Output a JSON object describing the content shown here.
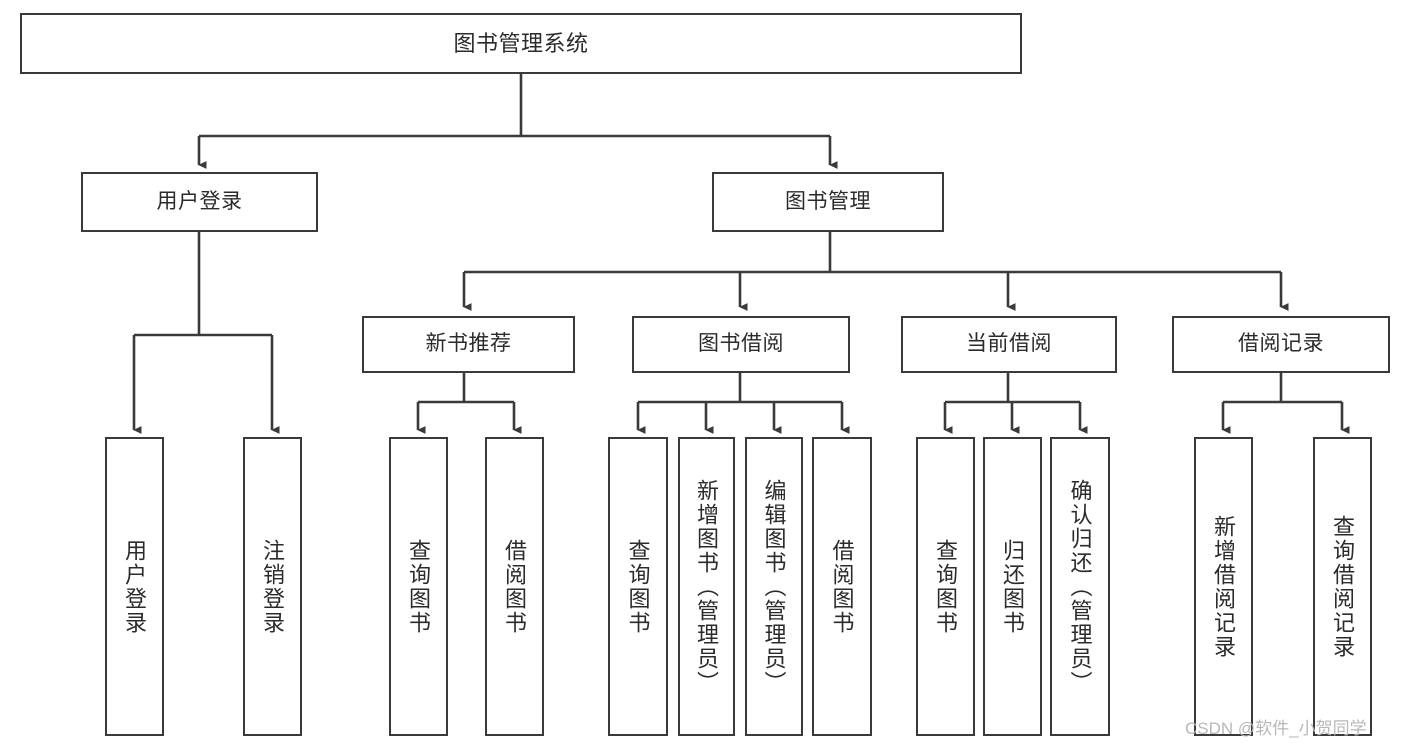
{
  "diagram": {
    "type": "tree-hierarchy-flowchart",
    "title": "图书管理系统",
    "stroke_color": "#3a3a3a",
    "fill_color": "#ffffff",
    "text_color": "#2b2b2b",
    "root": {
      "label": "图书管理系统"
    },
    "level1": [
      {
        "label": "用户登录"
      },
      {
        "label": "图书管理"
      }
    ],
    "level2": [
      {
        "label": "新书推荐"
      },
      {
        "label": "图书借阅"
      },
      {
        "label": "当前借阅"
      },
      {
        "label": "借阅记录"
      }
    ],
    "leaves": {
      "user_login": [
        {
          "label": "用户登录"
        },
        {
          "label": "注销登录"
        }
      ],
      "new_book_recommend": [
        {
          "label": "查询图书"
        },
        {
          "label": "借阅图书"
        }
      ],
      "book_borrow": [
        {
          "label": "查询图书"
        },
        {
          "label": "新增图书（管理员）"
        },
        {
          "label": "编辑图书（管理员）"
        },
        {
          "label": "借阅图书"
        }
      ],
      "current_borrow": [
        {
          "label": "查询图书"
        },
        {
          "label": "归还图书"
        },
        {
          "label": "确认归还（管理员）"
        }
      ],
      "borrow_record": [
        {
          "label": "新增借阅记录"
        },
        {
          "label": "查询借阅记录"
        }
      ]
    }
  },
  "watermark": {
    "text": "CSDN @软件_小贺同学"
  }
}
